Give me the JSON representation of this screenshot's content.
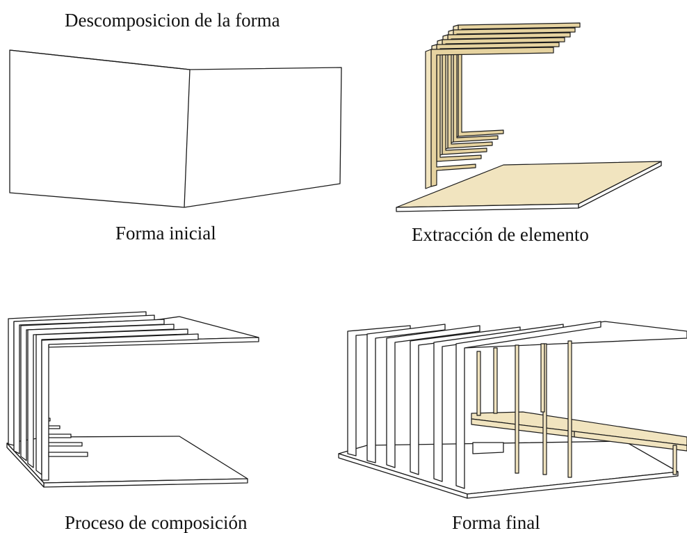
{
  "title": "Descomposicion de la forma",
  "panels": [
    {
      "caption": "Forma inicial"
    },
    {
      "caption": "Extracción de elemento"
    },
    {
      "caption": "Proceso de composición"
    },
    {
      "caption": "Forma final"
    }
  ],
  "colors": {
    "line": "#1a1a1a",
    "wood": "#f1e4bf",
    "wood_shade": "#e6d3a0",
    "background": "#ffffff"
  }
}
